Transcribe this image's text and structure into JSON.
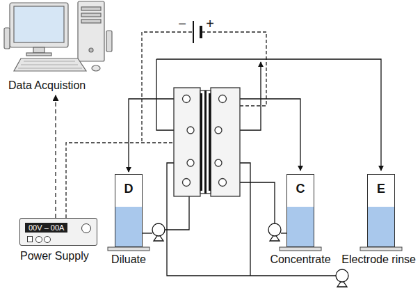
{
  "diagram": {
    "nodes": [
      {
        "text": [
          "Data Acquistion"
        ]
      },
      {
        "text": [
          "00V – 00A",
          "Power Supply"
        ]
      },
      {
        "text": [
          "D",
          "Diluate"
        ]
      },
      {
        "text": [
          "C",
          "Concentrate"
        ]
      },
      {
        "text": [
          "E",
          "Electrode rinse"
        ]
      }
    ],
    "edges": [
      {
        "from": 1,
        "to": 0,
        "arrow": "to"
      }
    ],
    "labels": [
      "−",
      "+"
    ]
  }
}
